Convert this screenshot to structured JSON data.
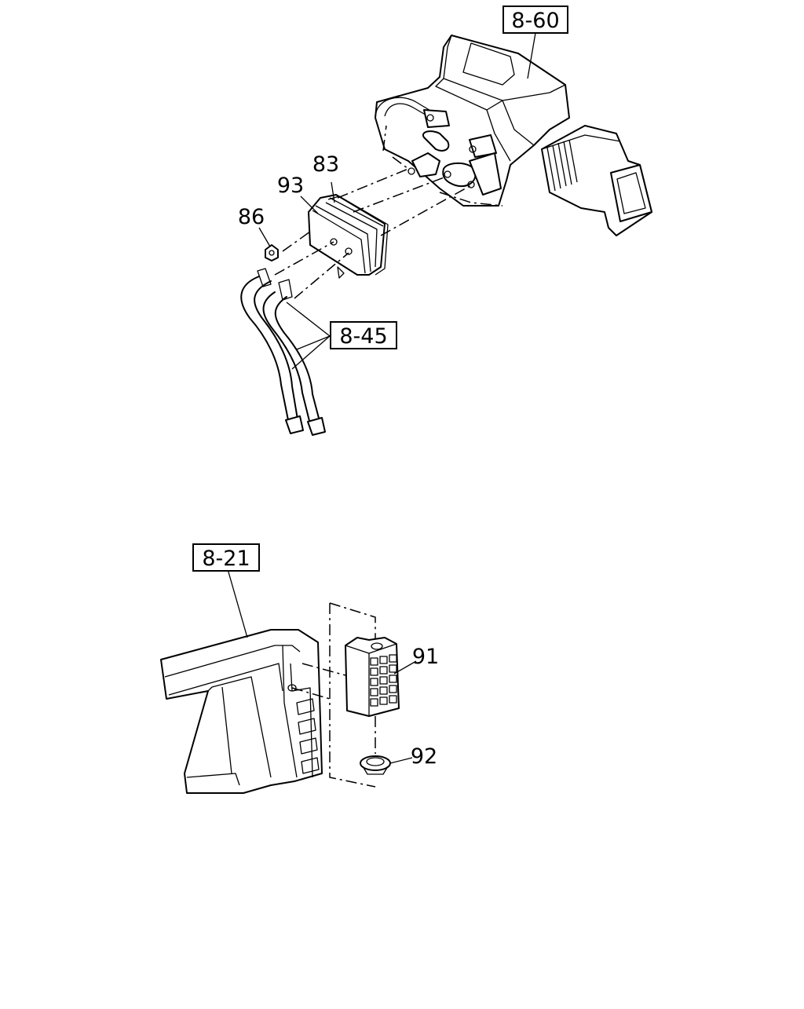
{
  "references": {
    "ref_8_60": "8-60",
    "ref_8_45": "8-45",
    "ref_8_21": "8-21"
  },
  "parts": {
    "p83": "83",
    "p93": "93",
    "p86": "86",
    "p91": "91",
    "p92": "92"
  }
}
